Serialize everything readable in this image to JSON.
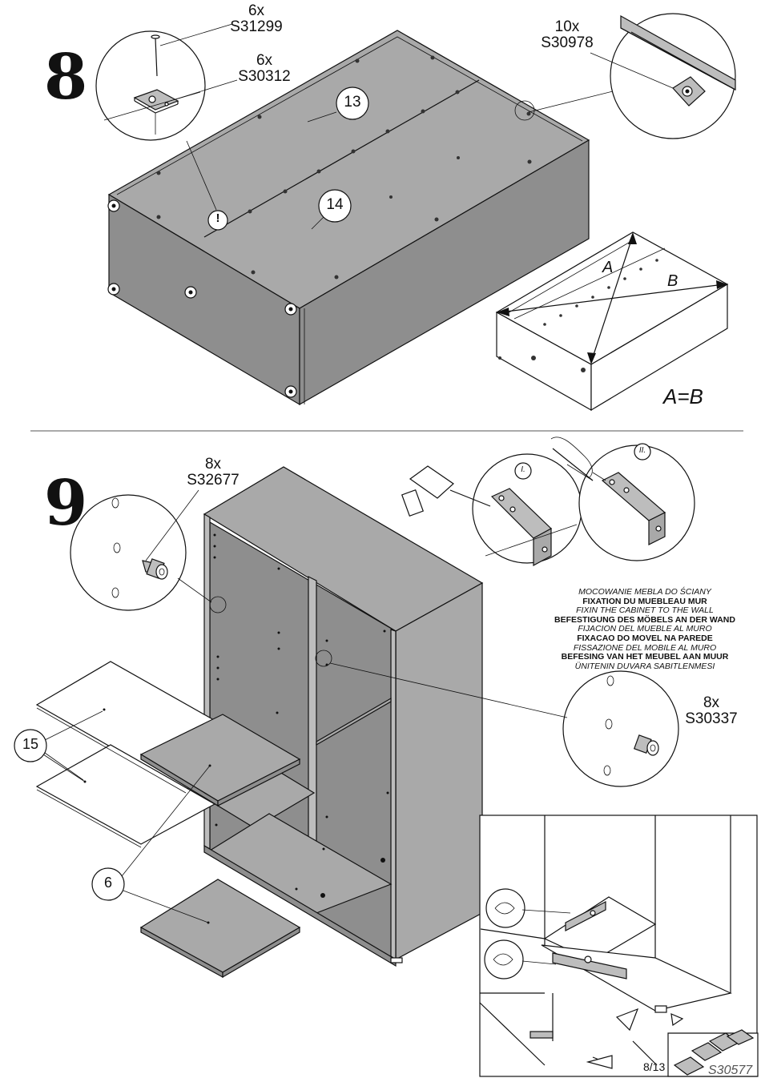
{
  "steps": [
    {
      "number": "8",
      "callouts": [
        {
          "qty": "6x",
          "code": "S31299"
        },
        {
          "qty": "6x",
          "code": "S30312"
        },
        {
          "qty": "10x",
          "code": "S30978"
        }
      ],
      "part_labels": [
        "13",
        "14"
      ],
      "warning_mark": "!",
      "diagonals": {
        "a": "A",
        "b": "B",
        "rule": "A=B"
      }
    },
    {
      "number": "9",
      "callouts": [
        {
          "qty": "8x",
          "code": "S32677"
        },
        {
          "qty": "8x",
          "code": "S30337"
        }
      ],
      "part_labels": [
        "15",
        "6"
      ],
      "sub_steps": [
        "I.",
        "II."
      ],
      "wall_fixing": [
        {
          "text": "MOCOWANIE MEBLA DO ŚCIANY",
          "style": "italic"
        },
        {
          "text": "FIXATION DU MUEBLEAU MUR",
          "style": "bold"
        },
        {
          "text": "FIXIN THE CABINET TO THE WALL",
          "style": "italic"
        },
        {
          "text": "BEFESTIGUNG DES MÖBELS AN DER WAND",
          "style": "bold"
        },
        {
          "text": "FIJACION DEL MUEBLE AL MURO",
          "style": "italic"
        },
        {
          "text": "FIXACAO DO MOVEL NA PAREDE",
          "style": "bold"
        },
        {
          "text": "FISSAZIONE DEL MOBILE AL MURO",
          "style": "italic"
        },
        {
          "text": "BEFESING VAN HET MEUBEL AAN MUUR",
          "style": "bold"
        },
        {
          "text": "ÜNITENIN DUVARA SABITLENMESI",
          "style": "italic"
        }
      ]
    }
  ],
  "footer": {
    "page": "8/13",
    "code": "S30577"
  },
  "colors": {
    "panel": "#a9a9a9",
    "panel_dark": "#8e8e8e",
    "line": "#111111"
  }
}
